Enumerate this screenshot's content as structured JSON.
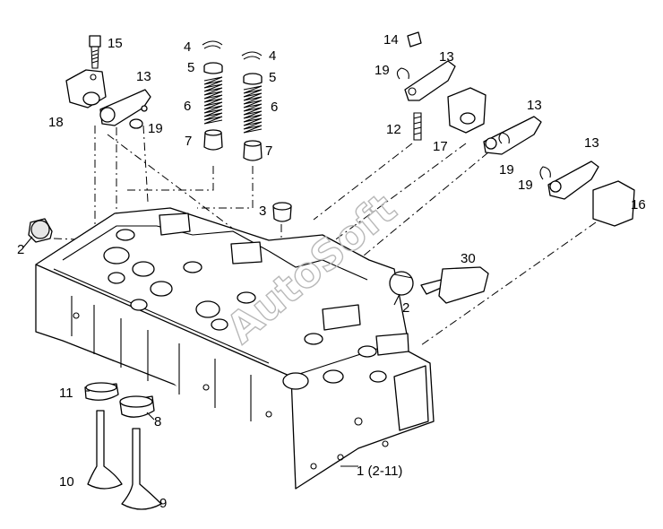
{
  "watermark": "AutoSoft",
  "labels": {
    "l1": "1 (2-11)",
    "l2a": "2",
    "l2b": "2",
    "l3": "3",
    "l4a": "4",
    "l4b": "4",
    "l5a": "5",
    "l5b": "5",
    "l6a": "6",
    "l6b": "6",
    "l7a": "7",
    "l7b": "7",
    "l8": "8",
    "l9": "9",
    "l10": "10",
    "l11": "11",
    "l12": "12",
    "l13a": "13",
    "l13b": "13",
    "l13c": "13",
    "l13d": "13",
    "l14": "14",
    "l15": "15",
    "l16": "16",
    "l17": "17",
    "l18": "18",
    "l19a": "19",
    "l19b": "19",
    "l19c": "19",
    "l19d": "19",
    "l30": "30"
  }
}
